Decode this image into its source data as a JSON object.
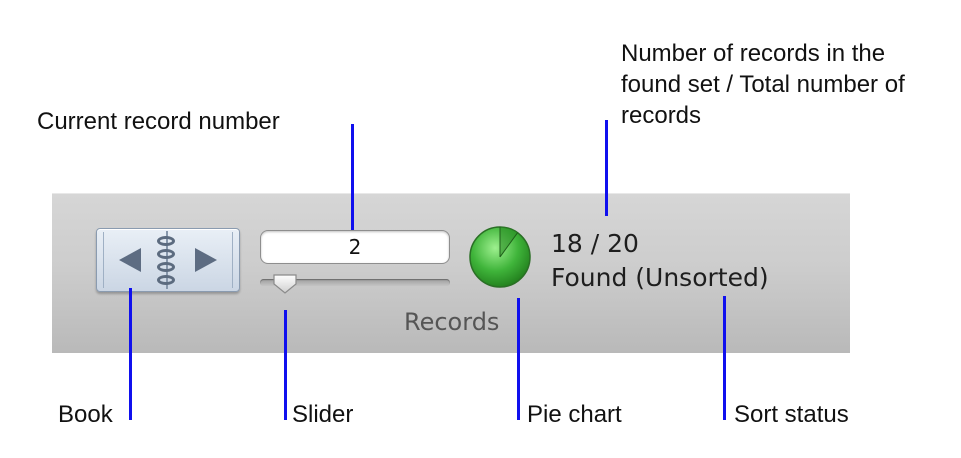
{
  "callouts": {
    "current_record": "Current record number",
    "records_count": "Number of records in the found set / Total number of records",
    "book": "Book",
    "slider": "Slider",
    "pie_chart": "Pie chart",
    "sort_status": "Sort status"
  },
  "toolbar": {
    "record_field_value": "2",
    "count_text": "18 / 20",
    "status_text": "Found (Unsorted)",
    "group_label": "Records",
    "slider_position": 0.08,
    "pie_found_fraction": 0.9
  },
  "icons": {
    "book": "book-navigation-icon",
    "prev": "arrow-left-icon",
    "next": "arrow-right-icon",
    "slider_thumb": "slider-thumb-icon",
    "pie": "pie-chart-icon"
  },
  "colors": {
    "leader_line": "#1010ee",
    "pie_green": "#3fb43a",
    "pie_dark_green": "#2a8a24"
  }
}
